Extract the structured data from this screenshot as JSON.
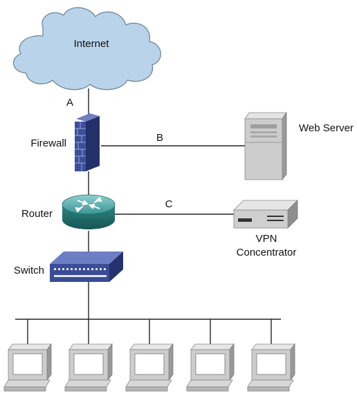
{
  "diagram": {
    "nodes": {
      "internet": {
        "label": "Internet",
        "icon": "cloud-icon"
      },
      "firewall": {
        "label": "Firewall",
        "icon": "firewall-brick-icon"
      },
      "router": {
        "label": "Router",
        "icon": "router-icon"
      },
      "switch": {
        "label": "Switch",
        "icon": "switch-icon"
      },
      "web_server": {
        "label": "Web Server",
        "icon": "server-tower-icon"
      },
      "vpn": {
        "label_line1": "VPN",
        "label_line2": "Concentrator",
        "icon": "vpn-concentrator-icon"
      },
      "workstations": {
        "count": 5,
        "icon": "workstation-icon"
      }
    },
    "links": {
      "a": "A",
      "b": "B",
      "c": "C"
    },
    "colors": {
      "cloud": "#b9d3ea",
      "firewall": "#3c4f9b",
      "router": "#2f8a8a",
      "switch": "#3b4c96",
      "device_gray": "#c9c9c9",
      "line": "#222222"
    }
  }
}
